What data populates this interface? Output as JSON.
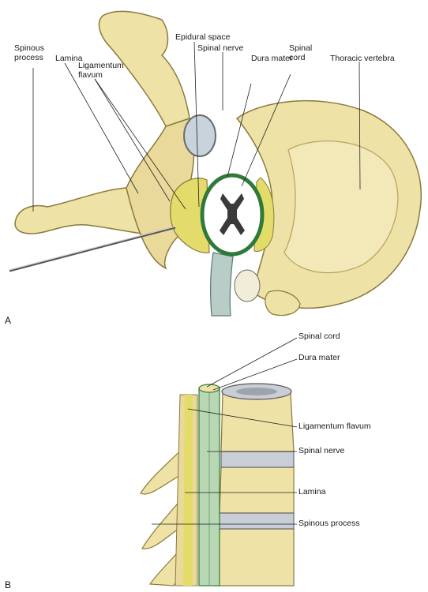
{
  "panel_a": {
    "letter": "A",
    "labels": {
      "spinous_process": "Spinous process",
      "lamina": "Lamina",
      "ligamentum_flavum": "Ligamentum flavum",
      "epidural_space": "Epidural space",
      "spinal_nerve": "Spinal nerve",
      "dura_mater": "Dura mater",
      "spinal_cord": "Spinal cord",
      "thoracic_vertebra": "Thoracic vertebra"
    }
  },
  "panel_b": {
    "letter": "B",
    "labels": {
      "spinal_cord": "Spinal cord",
      "dura_mater": "Dura mater",
      "ligamentum_flavum": "Ligamentum flavum",
      "spinal_nerve": "Spinal nerve",
      "lamina": "Lamina",
      "spinous_process": "Spinous process"
    }
  },
  "colors": {
    "bone": "#efe2a6",
    "bone_shadow": "#c9b56e",
    "ligament": "#e4dc6a",
    "dura": "#2f7a3a",
    "cord": "#ffffff",
    "gray_matter": "#3a3a3a",
    "disc": "#c9cdd6",
    "cord_green": "#b8d8b4"
  }
}
